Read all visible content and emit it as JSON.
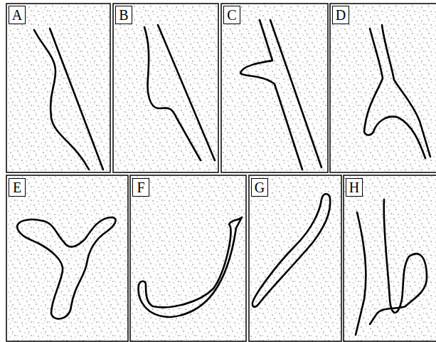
{
  "diagram": {
    "nodes": [
      {
        "text": [
          "A"
        ]
      },
      {
        "text": [
          "B"
        ]
      },
      {
        "text": [
          "C"
        ]
      },
      {
        "text": [
          "D"
        ]
      },
      {
        "text": [
          "E"
        ]
      },
      {
        "text": [
          "F"
        ]
      },
      {
        "text": [
          "G"
        ]
      },
      {
        "text": [
          "H"
        ]
      }
    ]
  }
}
